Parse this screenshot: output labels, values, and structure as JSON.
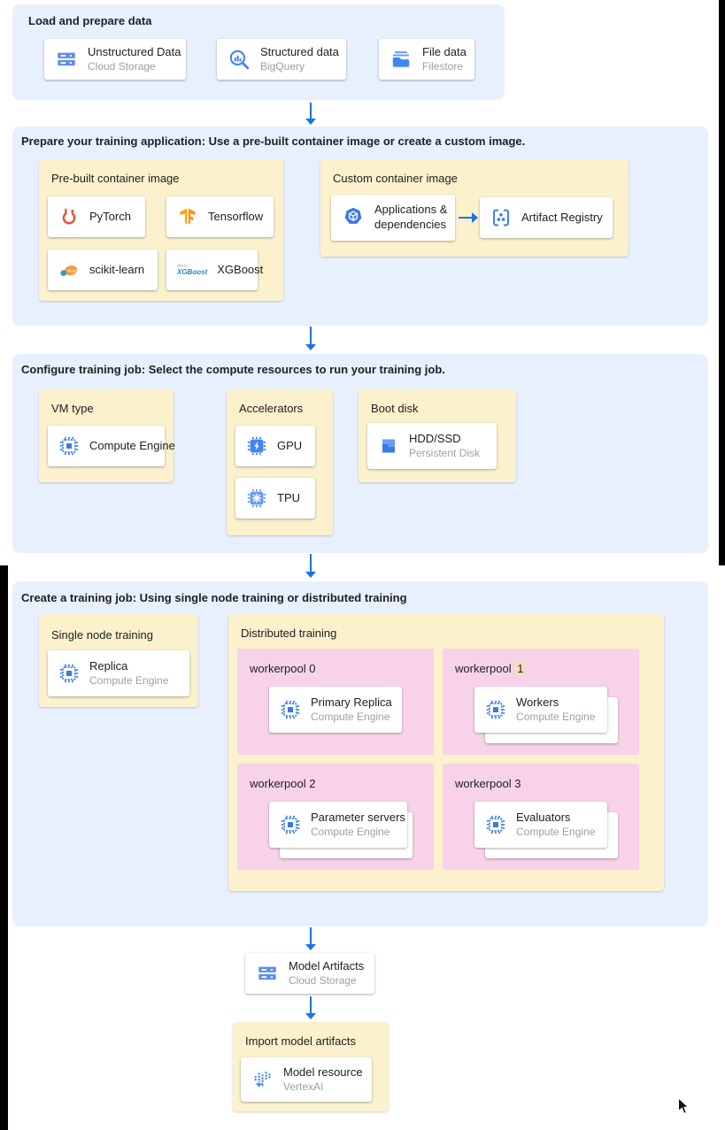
{
  "palette": {
    "panel_blue": "#e8f0fe",
    "box_yellow": "#fbf1cd",
    "box_pink": "#f7d2e9",
    "arrow_blue": "#1a73e8",
    "subtitle_grey": "#9aa0a6"
  },
  "load": {
    "title": "Load and prepare data",
    "cards": [
      {
        "title": "Unstructured Data",
        "subtitle": "Cloud Storage"
      },
      {
        "title": "Structured data",
        "subtitle": "BigQuery"
      },
      {
        "title": "File data",
        "subtitle": "Filestore"
      }
    ]
  },
  "prepare": {
    "title": "Prepare your training application: Use a pre-built container image or create a custom image.",
    "prebuilt": {
      "label": "Pre-built container image",
      "frameworks": [
        {
          "label": "PyTorch"
        },
        {
          "label": "Tensorflow"
        },
        {
          "label": "scikit-learn"
        },
        {
          "label": "XGBoost"
        }
      ]
    },
    "custom": {
      "label": "Custom container image",
      "source": {
        "title": "Applications & dependencies"
      },
      "target": {
        "title": "Artifact Registry"
      }
    },
    "xgboost_logo": {
      "line1": "dmlc",
      "line2": "XGBoost"
    },
    "sklearn_logo": "learn"
  },
  "configure": {
    "title": "Configure training job: Select the compute resources to run your training job.",
    "vm": {
      "label": "VM type",
      "card": {
        "title": "Compute Engine"
      }
    },
    "accelerators": {
      "label": "Accelerators",
      "cards": [
        {
          "title": "GPU"
        },
        {
          "title": "TPU"
        }
      ]
    },
    "boot": {
      "label": "Boot disk",
      "card": {
        "title": "HDD/SSD",
        "subtitle": "Persistent Disk"
      }
    }
  },
  "create": {
    "title": "Create a training job: Using single node training or distributed training",
    "single": {
      "label": "Single node training",
      "card": {
        "title": "Replica",
        "subtitle": "Compute Engine"
      }
    },
    "distributed": {
      "label": "Distributed training",
      "pools": [
        {
          "prefix": "workerpool",
          "num": "0",
          "card": {
            "title": "Primary Replica",
            "subtitle": "Compute Engine"
          }
        },
        {
          "prefix": "workerpool",
          "num": "1",
          "card": {
            "title": "Workers",
            "subtitle": "Compute Engine"
          }
        },
        {
          "prefix": "workerpool",
          "num": "2",
          "card": {
            "title": "Parameter servers",
            "subtitle": "Compute Engine"
          }
        },
        {
          "prefix": "workerpool",
          "num": "3",
          "card": {
            "title": "Evaluators",
            "subtitle": "Compute Engine"
          }
        }
      ]
    }
  },
  "artifacts": {
    "card": {
      "title": "Model Artifacts",
      "subtitle": "Cloud Storage"
    }
  },
  "import": {
    "label": "Import model artifacts",
    "card": {
      "title": "Model resource",
      "subtitle": "VertexAI"
    }
  }
}
